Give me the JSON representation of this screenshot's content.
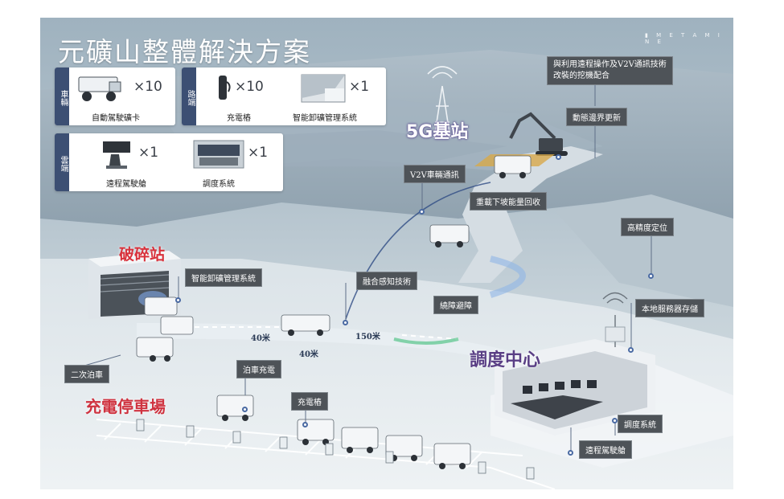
{
  "header": {
    "title": "元礦山整體解決方案",
    "brand": "▮ M E T A  M I N E"
  },
  "vehicle_card": {
    "tag": "車輛",
    "items": [
      {
        "label": "自動駕駛礦卡",
        "count": "×10",
        "icon": "mining-truck-icon"
      }
    ]
  },
  "road_card": {
    "tag": "路端",
    "items": [
      {
        "label": "充電樁",
        "count": "×10",
        "icon": "charger-icon"
      },
      {
        "label": "智能卸礦管理系統",
        "count": "×1",
        "icon": "unloading-system-icon"
      }
    ]
  },
  "cloud_card": {
    "tag": "雲端",
    "items": [
      {
        "label": "遠程駕駛艙",
        "count": "×1",
        "icon": "cockpit-icon"
      },
      {
        "label": "調度系統",
        "count": "×1",
        "icon": "dispatch-room-icon"
      }
    ]
  },
  "zones": {
    "base_station": "5G基站",
    "crusher": "破碎站",
    "dispatch_center": "調度中心",
    "charging_lot": "充電停車場"
  },
  "callouts": {
    "remote_excavator": "與利用遠程操作及V2V通訊技術\n改裝的挖機配合",
    "dynamic_boundary": "動態邊界更新",
    "v2v": "V2V車輛通訊",
    "energy_recovery": "重載下坡能量回收",
    "hd_positioning": "高精度定位",
    "unloading_mgmt": "智能卸礦管理系統",
    "fusion_sensing": "融合感知技術",
    "obstacle_avoid": "繞障避障",
    "local_server": "本地服務器存儲",
    "secondary_parking": "二次泊車",
    "parking_charging": "泊車充電",
    "charger": "充電樁",
    "dispatch_system": "調度系統",
    "remote_cockpit": "遠程駕駛艙"
  },
  "distances": {
    "d1": "40米",
    "d2": "40米",
    "d3": "150米"
  },
  "colors": {
    "tag_bg": "#3c4f73",
    "accent_blue": "#4a6aa3",
    "crusher_red": "#d8323c",
    "lot_red": "#cf3340",
    "dispatch_purple": "#5a3f85",
    "callout_bg": "#4e5358"
  }
}
